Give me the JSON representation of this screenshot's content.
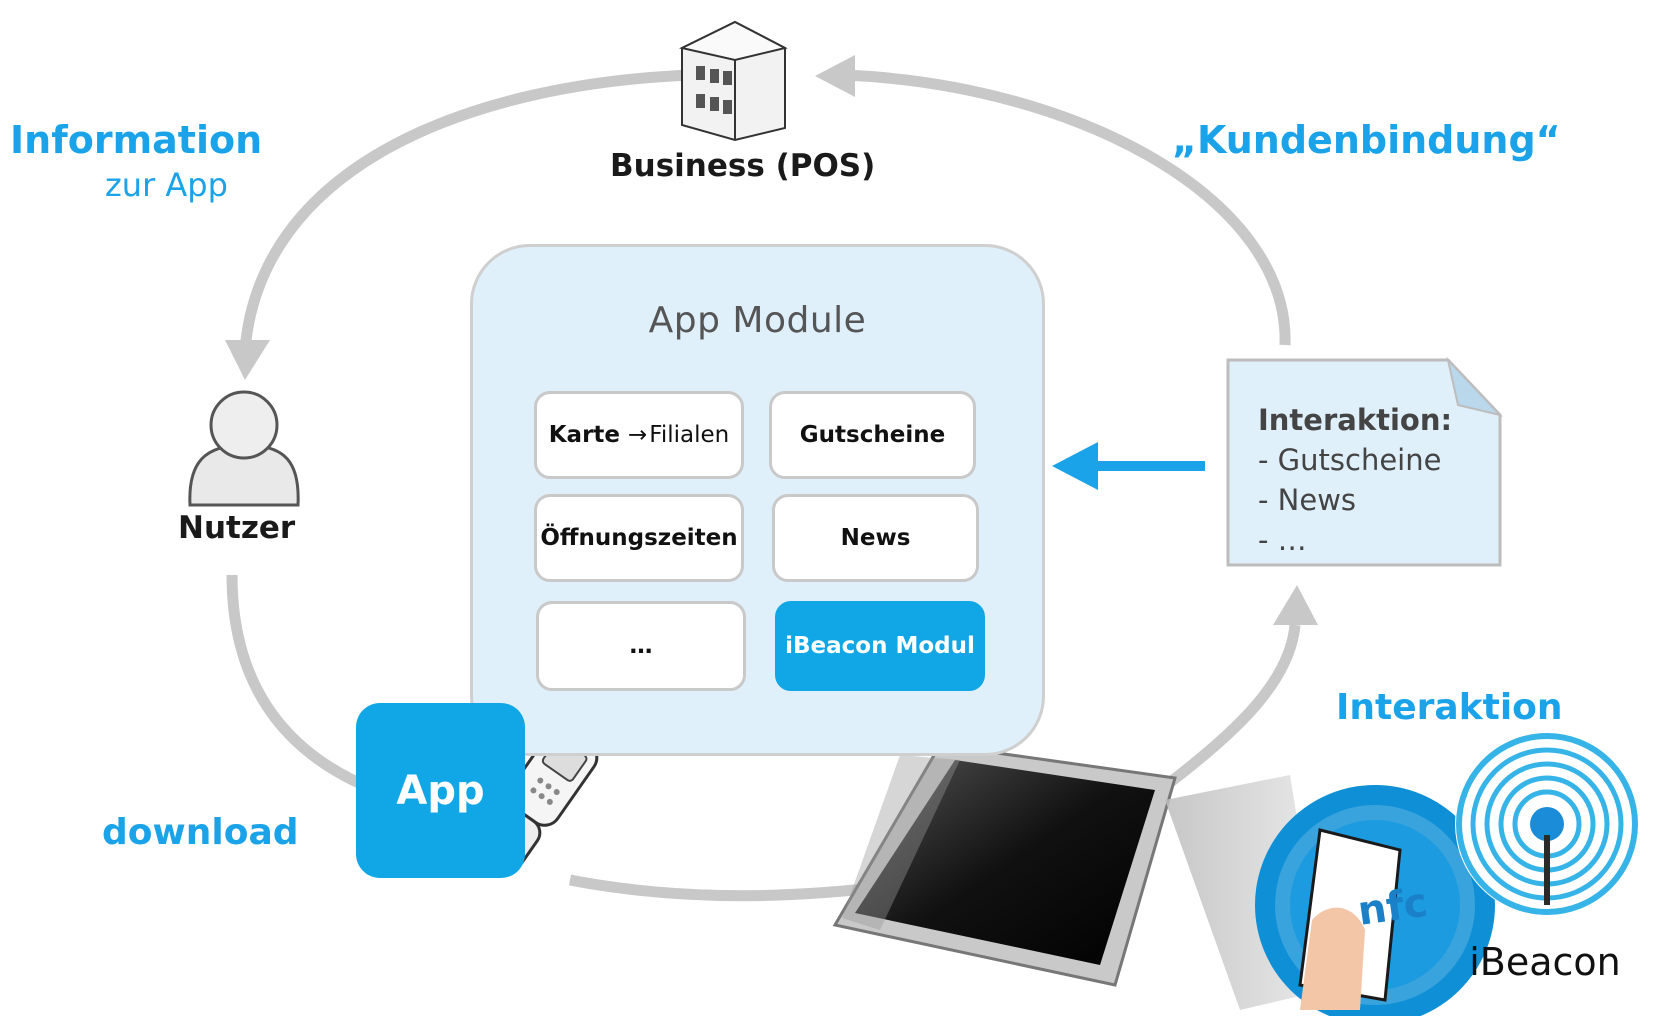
{
  "top_left": {
    "title": "Information",
    "subtitle": "zur App"
  },
  "top_right": {
    "title": "„Kundenbindung“"
  },
  "business": {
    "label": "Business (POS)",
    "icon": "building-icon"
  },
  "user": {
    "label": "Nutzer",
    "icon": "user-icon"
  },
  "download": {
    "label": "download"
  },
  "app_tile": {
    "label": "App"
  },
  "modules": {
    "title": "App Module",
    "items": [
      {
        "bold": "Karte",
        "rest": "Filialen",
        "arrow": "→"
      },
      {
        "bold": "Gutscheine"
      },
      {
        "bold": "Öffnungszeiten"
      },
      {
        "bold": "News"
      },
      {
        "bold": "…"
      },
      {
        "bold": "iBeacon Modul",
        "highlighted": true
      }
    ]
  },
  "note": {
    "heading": "Interaktion:",
    "lines": [
      "- Gutscheine",
      "- News",
      "- …"
    ]
  },
  "interaction": {
    "label": "Interaktion"
  },
  "badges": {
    "nfc": "nfc",
    "ibeacon": "iBeacon"
  },
  "colors": {
    "accent": "#1aa3e8",
    "cycle": "#c8c8c8",
    "panel": "#dff0fb"
  }
}
